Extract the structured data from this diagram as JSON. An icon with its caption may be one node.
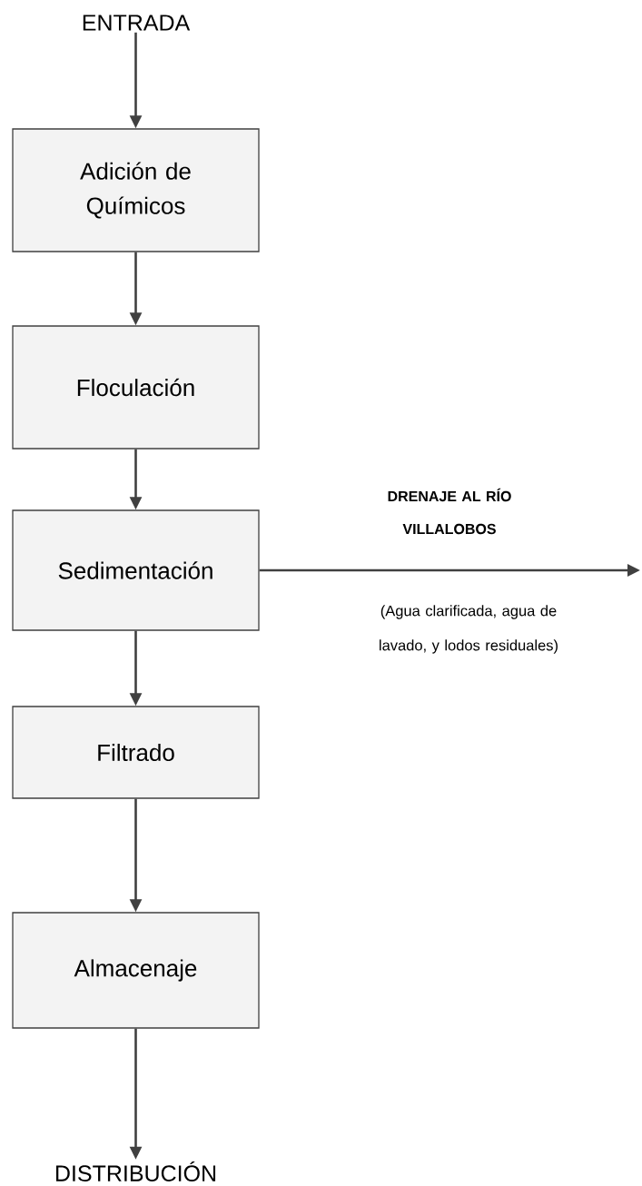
{
  "diagram": {
    "nodes": [
      {
        "text": [
          "ENTRADA"
        ]
      },
      {
        "text": [
          "Adición de Químicos"
        ]
      },
      {
        "text": [
          "Floculación"
        ]
      },
      {
        "text": [
          "Sedimentación"
        ]
      },
      {
        "text": [
          "Filtrado"
        ]
      },
      {
        "text": [
          "Almacenaje"
        ]
      },
      {
        "text": [
          "DISTRIBUCIÓN"
        ]
      }
    ],
    "edges": [
      {
        "from": 0,
        "to": 1,
        "arrow": "to"
      },
      {
        "from": 1,
        "to": 2,
        "arrow": "to"
      },
      {
        "from": 2,
        "to": 3,
        "arrow": "to"
      },
      {
        "from": 3,
        "to": 4,
        "arrow": "to"
      },
      {
        "from": 4,
        "to": 5,
        "arrow": "to"
      },
      {
        "from": 5,
        "to": 6,
        "arrow": "to"
      },
      {
        "from": 3,
        "to": null,
        "arrow": "to",
        "label": "DRENAJE AL RÍO VILLALOBOS"
      }
    ],
    "labels": [
      "(Agua clarificada, agua de lavado, y lodos residuales)"
    ]
  }
}
